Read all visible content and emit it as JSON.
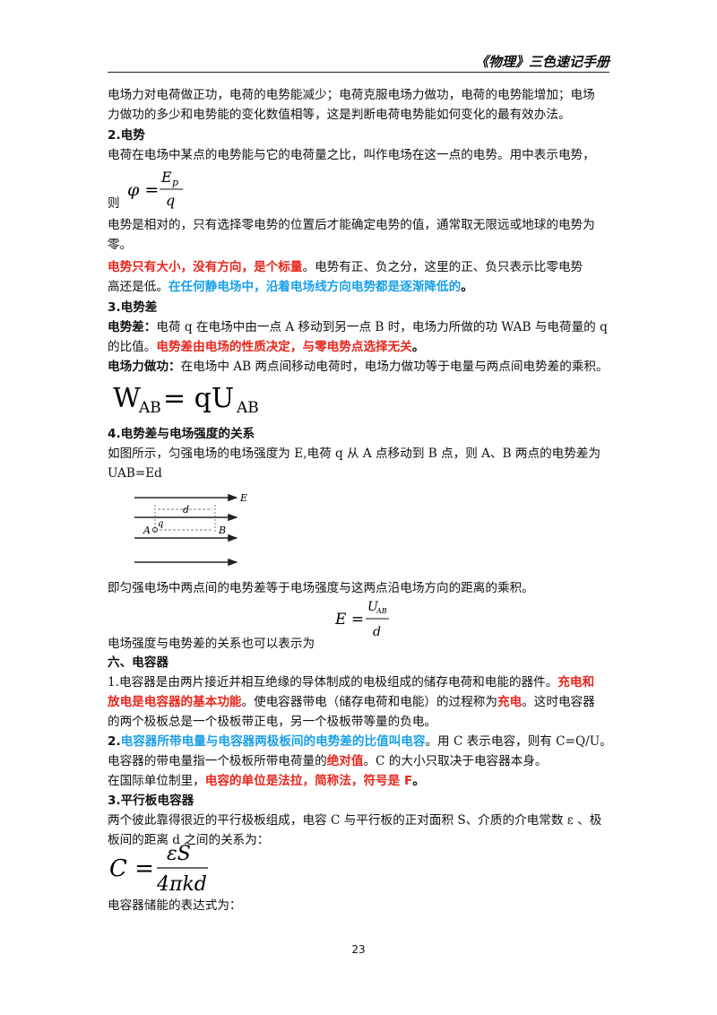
{
  "header": {
    "title": "《物理》三色速记手册"
  },
  "page_number": "23",
  "lines": {
    "l1": "电场力对电荷做正功，电荷的电势能减少；电荷克服电场力做功，电荷的电势能增加；电场",
    "l2": "力做功的多少和电势能的变化数值相等，这是判断电荷电势能如何变化的最有效办法。",
    "h2": "2.电势",
    "l3": "电荷在电场中某点的电势能与它的电荷量之比，叫作电场在这一点的电势。用中表示电势，",
    "l4_prefix": "则",
    "l5": "电势是相对的，只有选择零电势的位置后才能确定电势的值，通常取无限远或地球的电势为",
    "l6": "零。",
    "l7_red": "电势只有大小，没有方向，是个标量",
    "l7_rest": "。电势有正、负之分，这里的正、负只表示比零电势",
    "l8_a": "高还是低。",
    "l8_blue": "在任何静电场中，沿着电场线方向电势都是逐渐降低的",
    "l8_end": "。",
    "h3": "3.电势差",
    "l9_bold": "电势差：",
    "l9_rest": "电荷 q 在电场中由一点 A 移动到另一点 B 时，电场力所做的功 WAB 与电荷量的 q",
    "l10_a": "的比值。",
    "l10_red": "电势差由电场的性质决定，与零电势点选择无关",
    "l10_end": "。",
    "l11_bold": "电场力做功：",
    "l11_rest": "在电场中 AB 两点间移动电荷时，电场力做功等于电量与两点间电势差的乘积。",
    "h4": "4.电势差与电场强度的关系",
    "l12": "如图所示，匀强电场的电场强度为 E,电荷 q 从 A 点移动到 B 点，则 A、B 两点的电势差为",
    "l13": "UAB=Ed",
    "l14": "即匀强电场中两点间的电势差等于电场强度与这两点沿电场方向的距离的乘积。",
    "l15": "电场强度与电势差的关系也可以表示为",
    "h6": "六、电容器",
    "l16": "1.电容器是由两片接近并相互绝缘的导体制成的电极组成的储存电荷和电能的器件。",
    "l16_red": "充电和",
    "l17_red": "放电是电容器的基本功能",
    "l17_rest": "。使电容器带电（储存电荷和电能）的过程称为",
    "l17_red2": "充电",
    "l17_end": "。这时电容器",
    "l18": "的两个极板总是一个极板带正电，另一个极板带等量的负电。",
    "l19_num": "2.",
    "l19_blue": "电容器所带电量与电容器两极板间的电势差的比值叫电容",
    "l19_rest": "。用 C 表示电容，则有 C=Q/U。",
    "l20_a": "电容器的带电量指一个极板所带电荷量的",
    "l20_red": "绝对值",
    "l20_end": "。C 的大小只取决于电容器本身。",
    "l21_a": "在国际单位制里，",
    "l21_red": "电容的单位是法拉，简称法，符号是 F",
    "l21_end": "。",
    "h7": "3.平行板电容器",
    "l22": "两个彼此靠得很近的平行极板组成，电容 C 与平行板的正对面积 S、介质的介电常数 ε 、极",
    "l23": "板间的距离 d 之间的关系为：",
    "l24": "电容器储能的表达式为："
  },
  "formulas": {
    "phi_lhs": "φ =",
    "phi_num": "E",
    "phi_num_sub": "p",
    "phi_den": "q",
    "w_lhs": "W",
    "w_sub": "AB",
    "w_mid": " = qU",
    "w_sub2": "AB",
    "e_lhs": "E =",
    "e_num": "U",
    "e_num_sub": "AB",
    "e_den": "d",
    "c_lhs": "C =",
    "c_num": "εS",
    "c_den": "4πkd"
  },
  "figure": {
    "label_E": "E",
    "label_d": "d",
    "label_q": "q",
    "label_A": "A",
    "label_B": "B"
  }
}
